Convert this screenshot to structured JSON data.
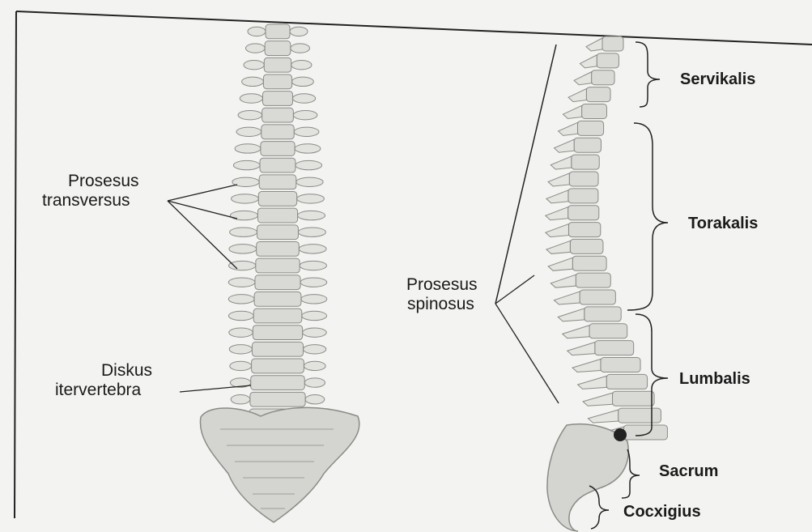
{
  "labels": {
    "prosesus_transversus": [
      "Prosesus",
      "transversus"
    ],
    "diskus_intervertebra": [
      "Diskus",
      "itervertebra"
    ],
    "prosesus_spinosus": [
      "Prosesus",
      "spinosus"
    ],
    "servikalis": "Servikalis",
    "torakalis": "Torakalis",
    "lumbalis": "Lumbalis",
    "sacrum": "Sacrum",
    "cocxigius": "Cocxigius"
  },
  "colors": {
    "background": "#f3f3f1",
    "bone": "#d9d9d6",
    "bone_dark": "#8a8a86",
    "ink": "#1a1a1a"
  }
}
